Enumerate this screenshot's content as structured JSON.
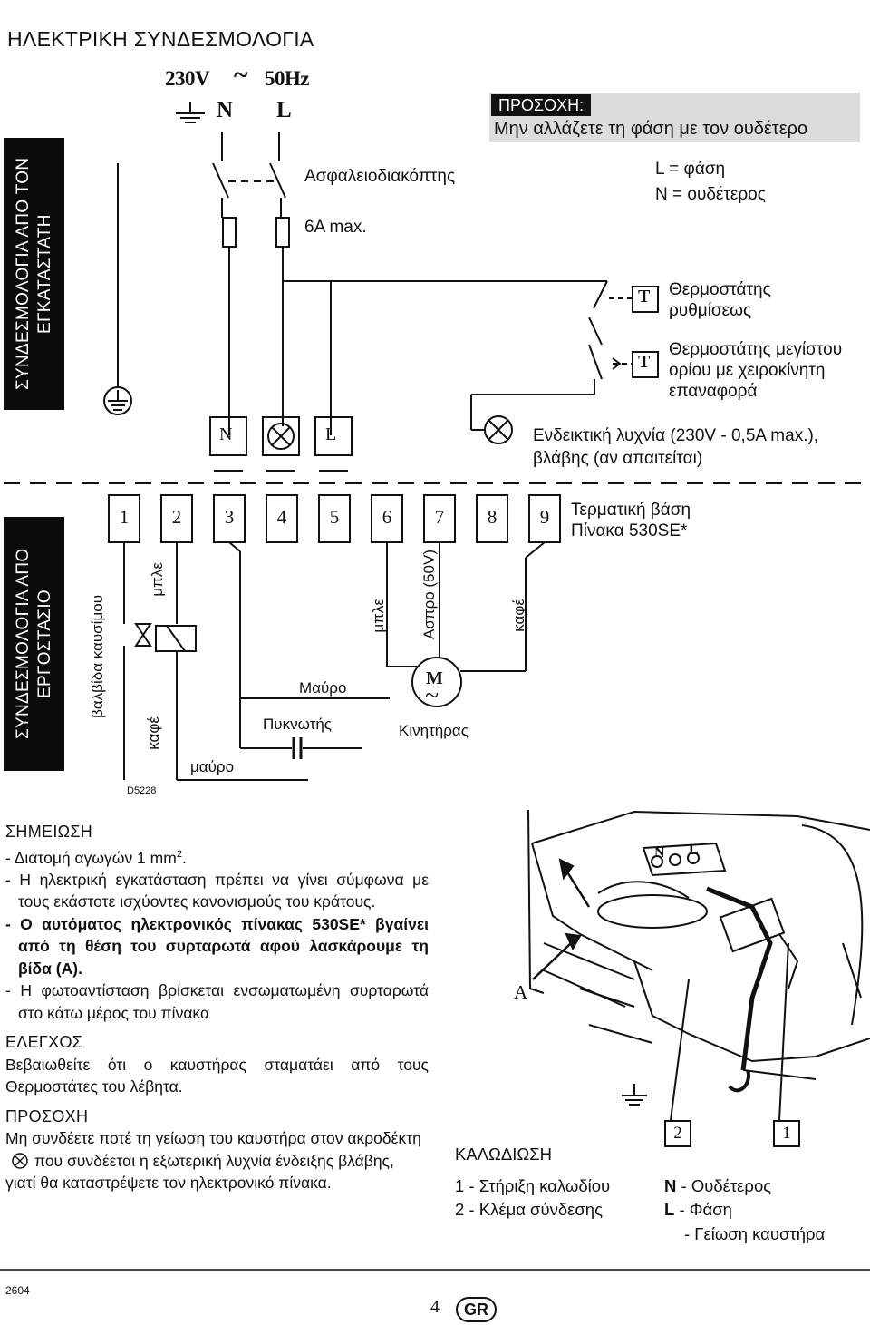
{
  "header": {
    "title": "ΗΛΕΚΤΡΙΚΗ ΣΥΝΔΕΣΜΟΛΟΓΙΑ",
    "voltage": "230V",
    "tilde": "~",
    "frequency": "50Hz",
    "neutral": "N",
    "line": "L"
  },
  "warning": {
    "tag": "ΠΡΟΣΟΧΗ:",
    "text": "Μην αλλάζετε τη φάση με τον ουδέτερο"
  },
  "banners": {
    "installer": "ΣΥΝΔΕΣΜΟΛΟΓΙΑ ΑΠΟ ΤΟΝ ΕΓΚΑΤΑΣΤΑΤΗ",
    "factory": "ΣΥΝΔΕΣΜΟΛΟΓΙΑ ΑΠΟ ΕΡΓΟΣΤΑΣΙΟ"
  },
  "installer": {
    "breaker": "Ασφαλειοδιακόπτης",
    "fuse": "6A max.",
    "phase_def": "L = φάση",
    "neutral_def": "N = ουδέτερος",
    "thermostat_letter": "T",
    "thermostat_1": "Θερμοστάτης ρυθμίσεως",
    "thermostat_2": "Θερμοστάτης μεγίστου ορίου με χειροκίνητη επαναφορά",
    "lamp_note_1": "Ενδεικτική λυχνία (230V - 0,5A max.),",
    "lamp_note_2": "βλάβης (αν απαιτείται)",
    "block_n": "N",
    "block_l": "L"
  },
  "terminal_strip": {
    "numbers": [
      "1",
      "2",
      "3",
      "4",
      "5",
      "6",
      "7",
      "8",
      "9"
    ],
    "label_1": "Τερματική βάση",
    "label_2": "Πίνακα 530SE*"
  },
  "factory": {
    "valve": "βαλβίδα καυσίμου",
    "wire_blue_valve": "μπλε",
    "wire_brown_valve": "καφέ",
    "wire_black_valve": "μαύρο",
    "wire_black_cap": "Μαύρο",
    "capacitor": "Πυκνωτής",
    "wire_blue_motor": "μπλε",
    "wire_white_motor": "Ασπρο (50V)",
    "wire_brown_motor": "καφέ",
    "motor_letter": "M",
    "motor_tilde": "~",
    "motor": "Κινητήρας",
    "drawing_code": "D5228"
  },
  "notes": {
    "heading": "ΣΗΜΕΙΩΣΗ",
    "item_1_pre": "- Διατομή αγωγών 1 mm",
    "item_1_sup": "2",
    "item_1_post": ".",
    "item_2": "- Η ηλεκτρική εγκατάσταση πρέπει να γίνει σύμφωνα με τους εκάστοτε ισχύοντες κανονισμούς του κράτους.",
    "item_3": "- Ο αυτόματος ηλεκτρονικός πίνακας 530SE* βγαίνει από τη θέση του συρταρωτά αφού λασκάρουμε τη βίδα (A).",
    "item_4": "- Η φωτοαντίσταση βρίσκεται ενσωματωμένη συρταρωτά στο κάτω μέρος του πίνακα",
    "check_heading": "ΕΛΕΓΧΟΣ",
    "check_text": "Βεβαιωθείτε ότι ο καυστήρας σταματάει από τους Θερμοστάτες του λέβητα.",
    "caution_heading": "ΠΡΟΣΟΧΗ",
    "caution_pre": "Μη συνδέετε ποτέ τη γείωση του καυστήρα στον ακροδέκτη",
    "caution_post": "που συνδέεται η εξωτερική λυχνία ένδειξης βλάβης, γιατί θα καταστρέψετε τον ηλεκτρονικό πίνακα."
  },
  "burner": {
    "callout_a": "A",
    "callout_2": "2",
    "callout_1": "1",
    "terminal_n": "N",
    "terminal_l": "L"
  },
  "legend": {
    "heading": "ΚΑΛΩΔΙΩΣΗ",
    "items": [
      {
        "key": "1",
        "text": "- Στήριξη καλωδίου"
      },
      {
        "key": "2",
        "text": "- Κλέμα σύνδεσης"
      }
    ],
    "terms": [
      {
        "key": "N",
        "text": "- Ουδέτερος"
      },
      {
        "key": "L",
        "text": "- Φάση"
      }
    ],
    "ground_text": "- Γείωση καυστήρα"
  },
  "footer": {
    "code": "2604",
    "page": "4",
    "lang": "GR"
  }
}
